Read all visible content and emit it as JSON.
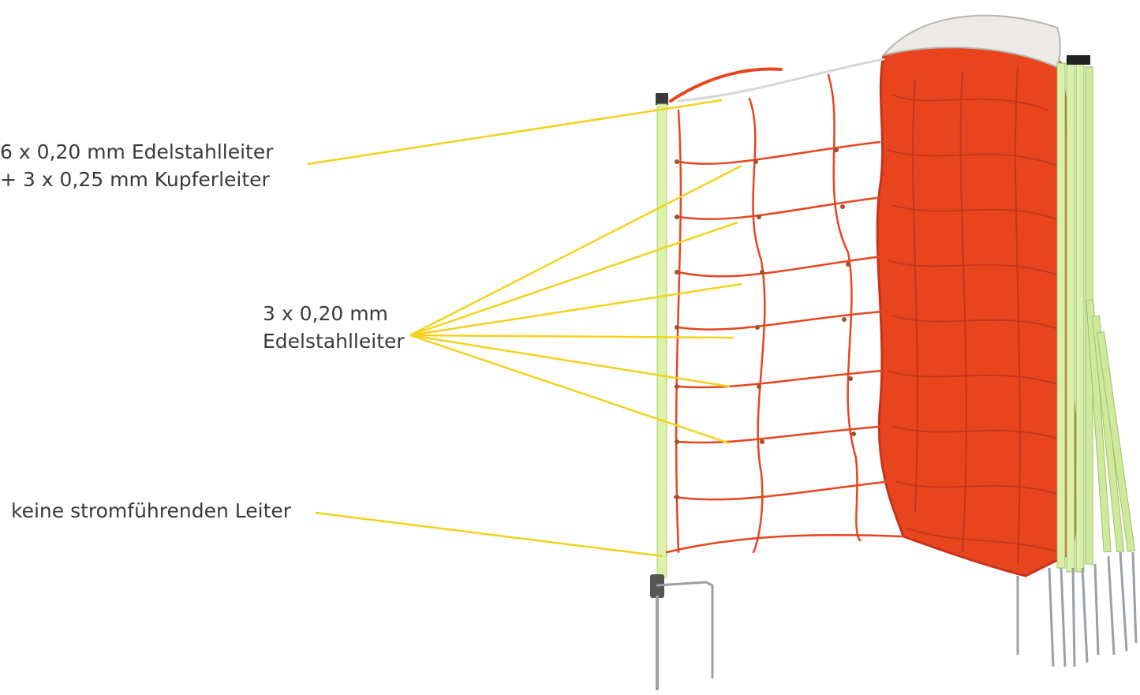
{
  "labels": {
    "top_line1": "6 x 0,20 mm Edelstahlleiter",
    "top_line2": "+ 3 x 0,25 mm Kupferleiter",
    "mid_line1": "3 x 0,20 mm",
    "mid_line2": "Edelstahlleiter",
    "bottom": "keine stromführenden Leiter"
  },
  "colors": {
    "leader_line": "#f2d21b",
    "net_orange": "#e8451f",
    "net_dark": "#c8321a",
    "post_green": "#d8f0a8",
    "spike_metal": "#9aa0a6",
    "text": "#3a3a3a"
  }
}
